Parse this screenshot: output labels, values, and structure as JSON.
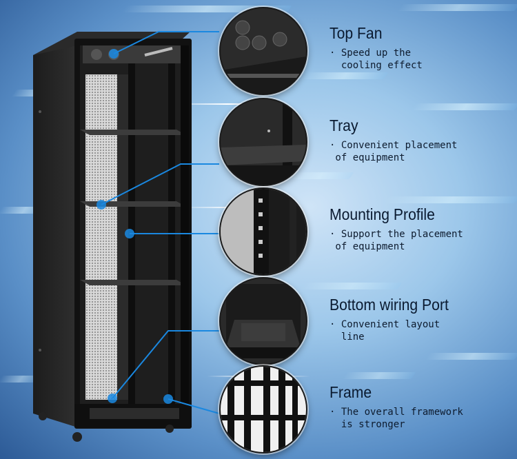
{
  "features": [
    {
      "title": "Top Fan",
      "lines": [
        "· Speed up the",
        "  cooling effect"
      ]
    },
    {
      "title": "Tray",
      "lines": [
        "· Convenient placement",
        " of equipment"
      ]
    },
    {
      "title": "Mounting Profile",
      "lines": [
        "· Support the placement",
        " of equipment"
      ]
    },
    {
      "title": "Bottom wiring Port",
      "lines": [
        "· Convenient layout",
        "  line"
      ]
    },
    {
      "title": "Frame",
      "lines": [
        "· The overall framework",
        "  is stronger"
      ]
    }
  ],
  "colors": {
    "accent": "#1a88e0",
    "text": "#0a1a30"
  }
}
